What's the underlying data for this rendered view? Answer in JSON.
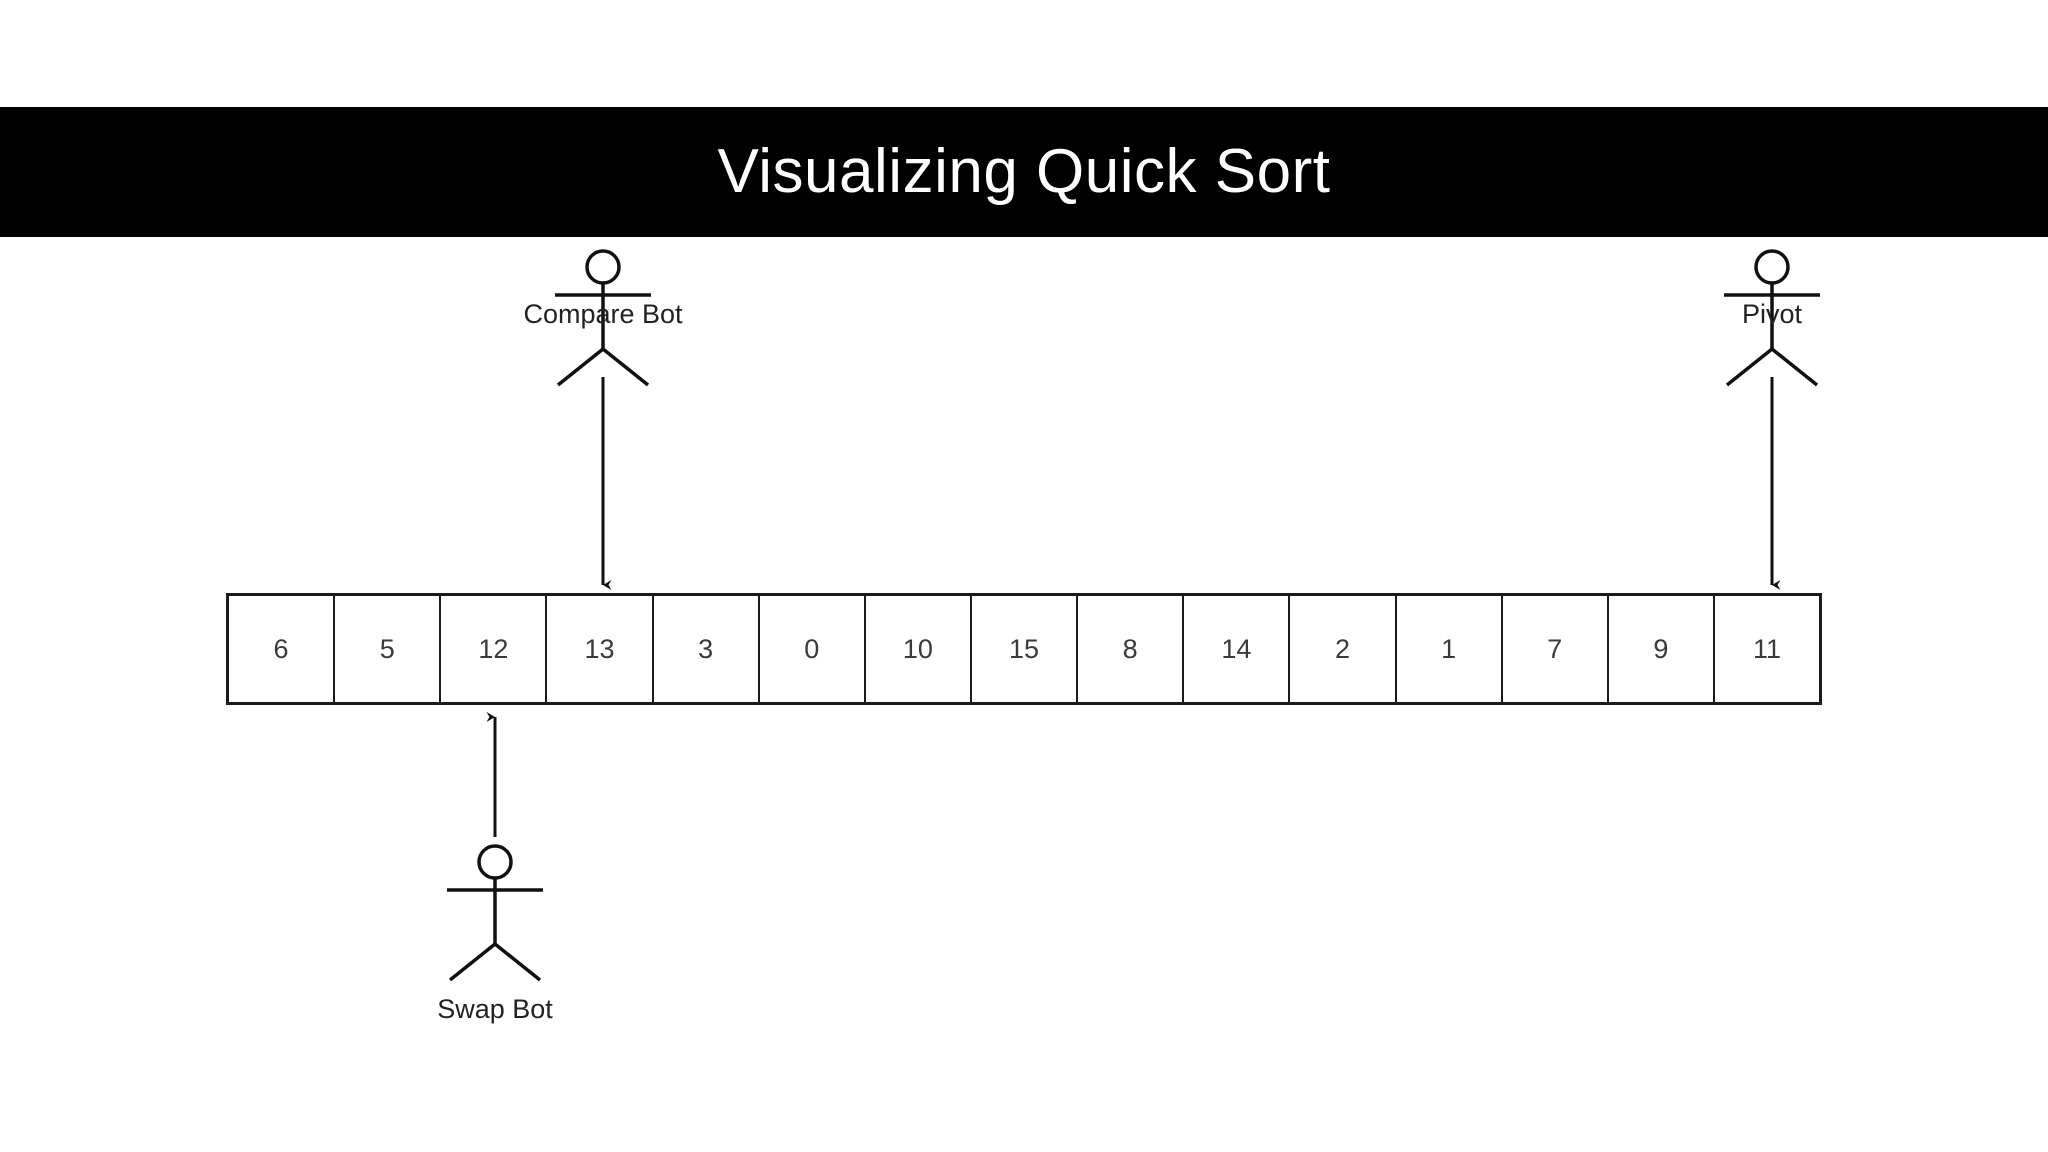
{
  "banner": {
    "title": "Visualizing Quick Sort",
    "background_color": "#000000",
    "text_color": "#ffffff"
  },
  "diagram": {
    "type": "quick-sort-partition-visualization",
    "stroke_color": "#1a1a1a",
    "background_color": "#ffffff",
    "array": {
      "length": 15,
      "values": [
        "6",
        "5",
        "12",
        "13",
        "3",
        "0",
        "10",
        "15",
        "8",
        "14",
        "2",
        "1",
        "7",
        "9",
        "11"
      ]
    },
    "actors": [
      {
        "id": "compare-bot",
        "label": "Compare Bot",
        "position": "above-array",
        "arrow_direction": "down",
        "target_index": 3,
        "target_value": "13"
      },
      {
        "id": "pivot",
        "label": "Pivot",
        "position": "above-array",
        "arrow_direction": "down",
        "target_index": 14,
        "target_value": "11"
      },
      {
        "id": "swap-bot",
        "label": "Swap Bot",
        "position": "below-array",
        "arrow_direction": "up",
        "target_index": 2,
        "target_value": "12"
      }
    ]
  }
}
